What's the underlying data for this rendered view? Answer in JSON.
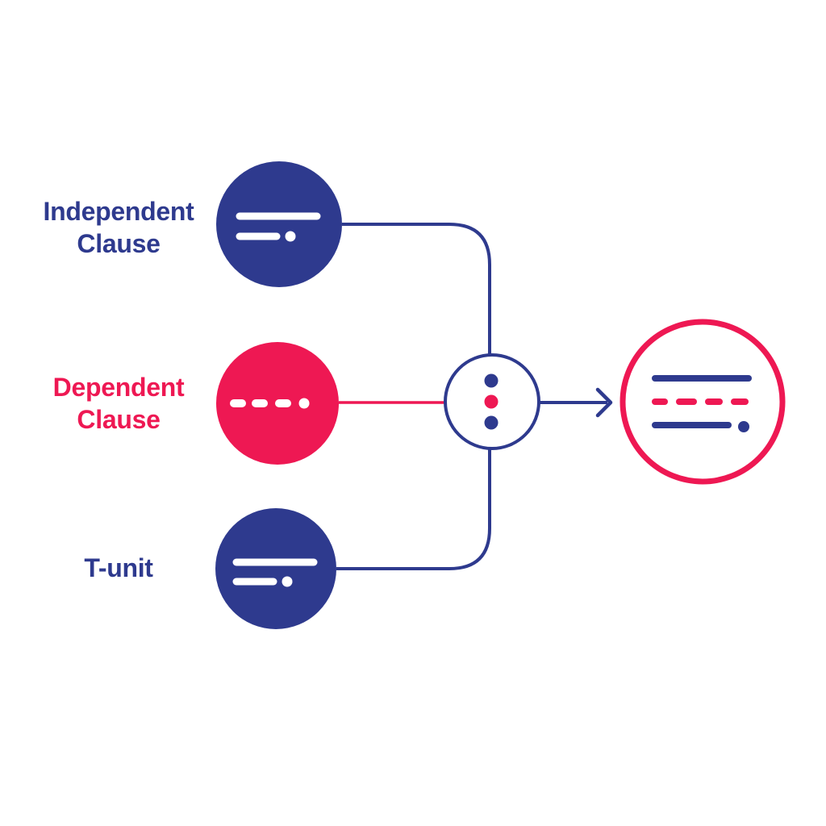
{
  "colors": {
    "navy": "#2E3A8E",
    "crimson": "#EE1853",
    "background": "#FFFFFF",
    "icon_white": "#FFFFFF"
  },
  "diagram": {
    "nodes": [
      {
        "id": "independent-clause",
        "label": "Independent Clause",
        "label_lines": [
          "Independent",
          "Clause"
        ],
        "color": "#2E3A8E",
        "icon": "solid-lines-with-dot-icon"
      },
      {
        "id": "dependent-clause",
        "label": "Dependent Clause",
        "label_lines": [
          "Dependent",
          "Clause"
        ],
        "color": "#EE1853",
        "icon": "dashed-line-with-dot-icon"
      },
      {
        "id": "t-unit",
        "label": "T-unit",
        "label_lines": [
          "T-unit"
        ],
        "color": "#2E3A8E",
        "icon": "solid-lines-with-dot-icon"
      }
    ],
    "merge_node": {
      "icon": "three-dots-icon",
      "dot_colors": [
        "#2E3A8E",
        "#EE1853",
        "#2E3A8E"
      ]
    },
    "output_node": {
      "icon": "combined-lines-icon",
      "border_color": "#EE1853",
      "line_colors": [
        "#2E3A8E",
        "#EE1853",
        "#2E3A8E"
      ]
    }
  }
}
